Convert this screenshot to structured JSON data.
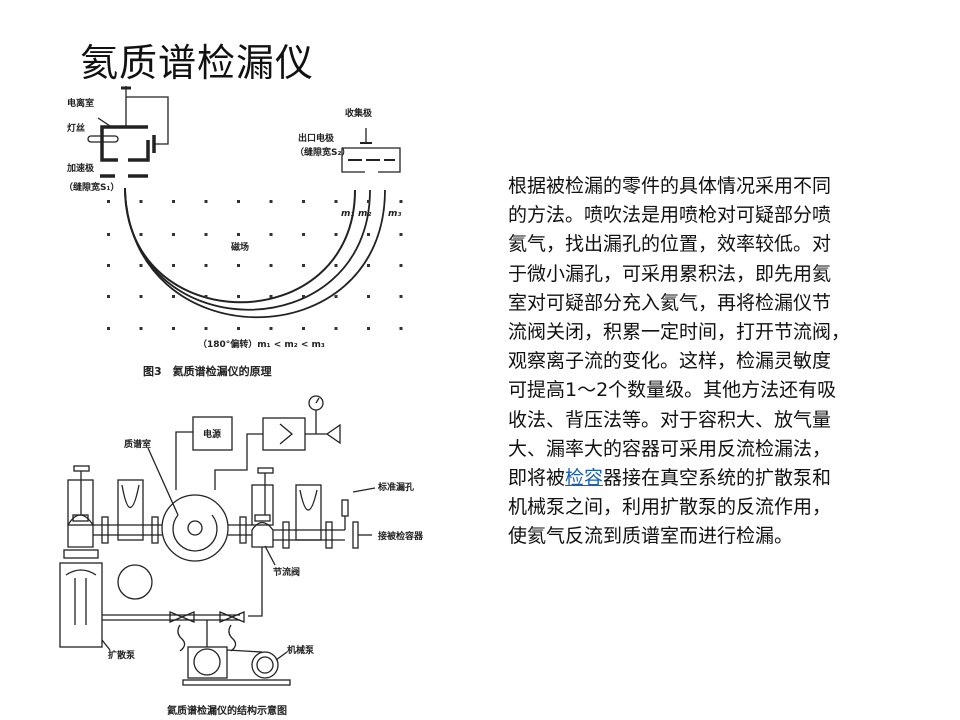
{
  "slide": {
    "title": "氦质谱检漏仪",
    "paragraph": {
      "lines": [
        "根据被检漏的零件的具体情况采用不同",
        "的方法。喷吹法是用喷枪对可疑部分喷",
        "氦气，找出漏孔的位置，效率较低。对",
        "于微小漏孔，可采用累积法，即先用氦",
        "室对可疑部分充入氦气，再将检漏仪节",
        "流阀关闭，积累一定时间，打开节流阀，",
        "观察离子流的变化。这样，检漏灵敏度",
        "可提高1～2个数量级。其他方法还有吸",
        "收法、背压法等。对于容积大、放气量",
        "大、漏率大的容器可采用反流检漏法，"
      ],
      "line11_before": "即将被",
      "line11_link": "检容",
      "line11_after": "器接在真空系统的扩散泵和",
      "lines_end": [
        "机械泵之间，利用扩散泵的反流作用，",
        "使氦气反流到质谱室而进行检漏。"
      ],
      "link_color": "#1a5fb4"
    },
    "figure1": {
      "labels": {
        "ion_chamber": "电离室",
        "filament": "灯丝",
        "accelerator": "加速极",
        "slit1": "（缝隙宽S₁）",
        "collector": "收集极",
        "exit_electrode": "出口电极",
        "slit2": "（缝隙宽S₂）",
        "magnetic_field": "磁场",
        "m1": "m₁",
        "m2": "m₂",
        "m3": "m₃",
        "deflection": "（180°偏转）m₁ < m₂ < m₃"
      },
      "caption": "图3　氦质谱检漏仪的原理"
    },
    "figure2": {
      "labels": {
        "mass_spec_chamber": "质谱室",
        "power_supply": "电源",
        "standard_leak": "标准漏孔",
        "to_test_vessel": "接被检容器",
        "throttle_valve": "节流阀",
        "diffusion_pump": "扩散泵",
        "mechanical_pump": "机械泵"
      },
      "caption": "氦质谱检漏仪的结构示意图"
    }
  }
}
